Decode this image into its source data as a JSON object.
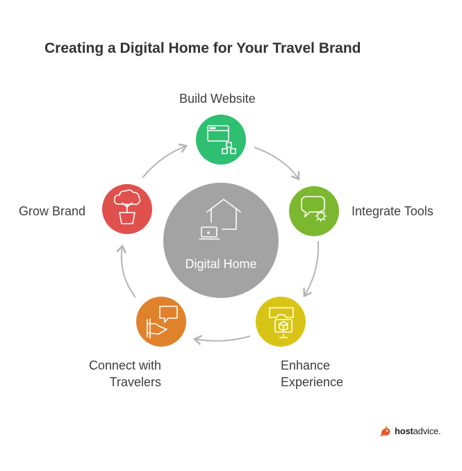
{
  "title": "Creating a Digital Home for Your Travel Brand",
  "center": {
    "label": "Digital Home",
    "icon": "house-laptop-icon",
    "color": "#a3a3a3"
  },
  "steps": [
    {
      "label": "Build Website",
      "icon": "website-layout-icon",
      "color": "#2fbf71"
    },
    {
      "label": "Integrate Tools",
      "icon": "chat-gear-icon",
      "color": "#7cb82f"
    },
    {
      "label_line1": "Enhance",
      "label_line2": "Experience",
      "icon": "vr-headset-icon",
      "color": "#d8c417"
    },
    {
      "label_line1": "Connect with",
      "label_line2": "Travelers",
      "icon": "handshake-chat-icon",
      "color": "#e0822b"
    },
    {
      "label": "Grow Brand",
      "icon": "plant-pot-icon",
      "color": "#e0504d"
    }
  ],
  "arrow_color": "#b5b5b5",
  "watermark": {
    "brand_bold": "host",
    "brand_regular": "advice."
  }
}
